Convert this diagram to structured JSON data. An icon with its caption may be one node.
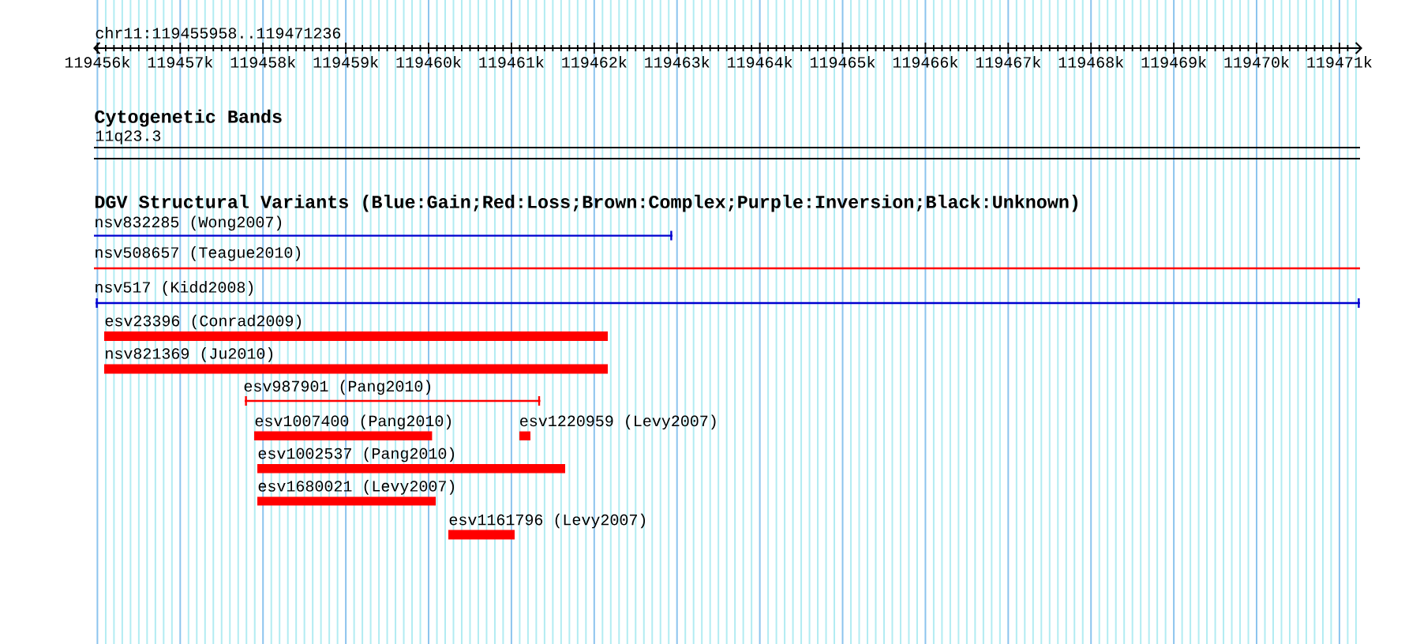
{
  "diagram": {
    "nodes": [
      {
        "text": [
          "11q23.3"
        ]
      },
      {
        "text": [
          "nsv832285 (Wong2007)"
        ]
      },
      {
        "text": [
          "nsv508657 (Teague2010)"
        ]
      },
      {
        "text": [
          "nsv517 (Kidd2008)"
        ]
      },
      {
        "text": [
          "esv23396 (Conrad2009)"
        ]
      },
      {
        "text": [
          "nsv821369 (Ju2010)"
        ]
      },
      {
        "text": [
          "esv987901 (Pang2010)"
        ]
      },
      {
        "text": [
          "esv1007400 (Pang2010)"
        ]
      },
      {
        "text": [
          "esv1220959 (Levy2007)"
        ]
      },
      {
        "text": [
          "esv1002537 (Pang2010)"
        ]
      },
      {
        "text": [
          "esv1680021 (Levy2007)"
        ]
      },
      {
        "text": [
          "esv1161796 (Levy2007)"
        ]
      }
    ],
    "labels": [
      "chr11:119455958..119471236",
      "119456k",
      "119457k",
      "119458k",
      "119459k",
      "119460k",
      "119461k",
      "119462k",
      "119463k",
      "119464k",
      "119465k",
      "119466k",
      "119467k",
      "119468k",
      "119469k",
      "119470k",
      "119471k",
      "Cytogenetic Bands",
      "DGV Structural Variants (Blue:Gain;Red:Loss;Brown:Complex;Purple:Inversion;Black:Unknown)"
    ]
  }
}
